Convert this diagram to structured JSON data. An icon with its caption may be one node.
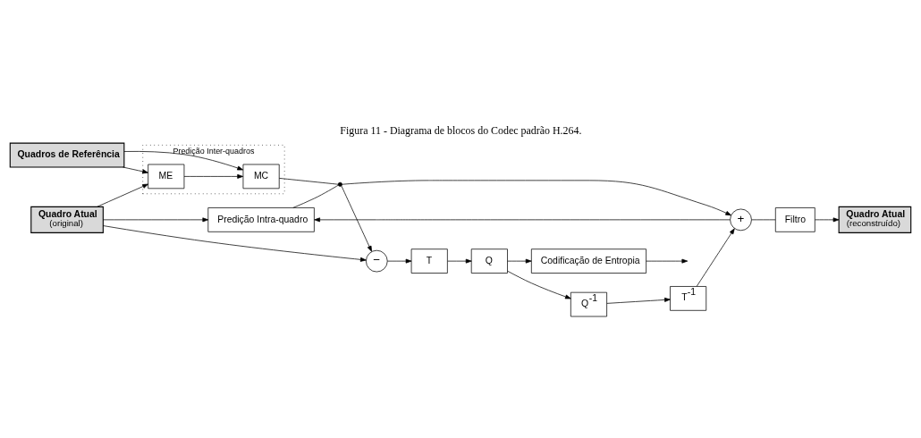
{
  "diagram": {
    "title": "Figura 11 - Diagrama de blocos do Codec padrão H.264.",
    "nodes": [
      {
        "text": [
          "Quadro Atual",
          "(original)"
        ]
      },
      {
        "text": [
          "Quadros de Referência"
        ]
      },
      {
        "text": [
          "Quadro Atual",
          "(reconstruído)"
        ]
      },
      {
        "text": [
          "Predição Inter-quadros"
        ]
      },
      {
        "text": [
          "ME"
        ],
        "in": 3
      },
      {
        "text": [
          "MC"
        ],
        "in": 3
      },
      {
        "text": [
          "Predição Intra-quadro"
        ]
      },
      {
        "text": [
          "−"
        ]
      },
      {
        "text": [
          "T"
        ]
      },
      {
        "text": [
          "Q"
        ]
      },
      {
        "text": [
          "Codificação de Entropia"
        ]
      },
      {
        "text": [
          "Q$^{-1}$"
        ]
      },
      {
        "text": [
          "T$^{-1}$"
        ]
      },
      {
        "text": [
          "Filtro"
        ]
      },
      {
        "text": [
          "+"
        ]
      },
      {
        "text": [],
        "shape": "switch"
      }
    ],
    "edges": [
      {
        "from": 0,
        "to": 7,
        "arrow": "to"
      },
      {
        "from": 0,
        "to": 4,
        "arrow": "to"
      },
      {
        "from": 0,
        "to": 6,
        "arrow": "to"
      },
      {
        "from": 1,
        "to": 4,
        "arrow": "to"
      },
      {
        "from": 1,
        "to": 5,
        "arrow": "to"
      },
      {
        "from": 4,
        "to": 5,
        "arrow": "to"
      },
      {
        "from": 5,
        "to": 15,
        "arrow": "none"
      },
      {
        "from": 6,
        "to": 15,
        "arrow": "none"
      },
      {
        "from": 15,
        "to": 7,
        "arrow": "to"
      },
      {
        "from": 15,
        "to": 14,
        "arrow": "to"
      },
      {
        "from": 7,
        "to": 8,
        "arrow": "to"
      },
      {
        "from": 8,
        "to": 9,
        "arrow": "to"
      },
      {
        "from": 9,
        "to": 10,
        "arrow": "to"
      },
      {
        "from": 10,
        "to": null,
        "arrow": "to"
      },
      {
        "from": 9,
        "to": 11,
        "arrow": "to"
      },
      {
        "from": 11,
        "to": 12,
        "arrow": "to"
      },
      {
        "from": 12,
        "to": 14,
        "arrow": "to"
      },
      {
        "from": 14,
        "to": 13,
        "arrow": "none"
      },
      {
        "from": 14,
        "to": 6,
        "arrow": "to"
      },
      {
        "from": 13,
        "to": 2,
        "arrow": "to"
      }
    ]
  }
}
